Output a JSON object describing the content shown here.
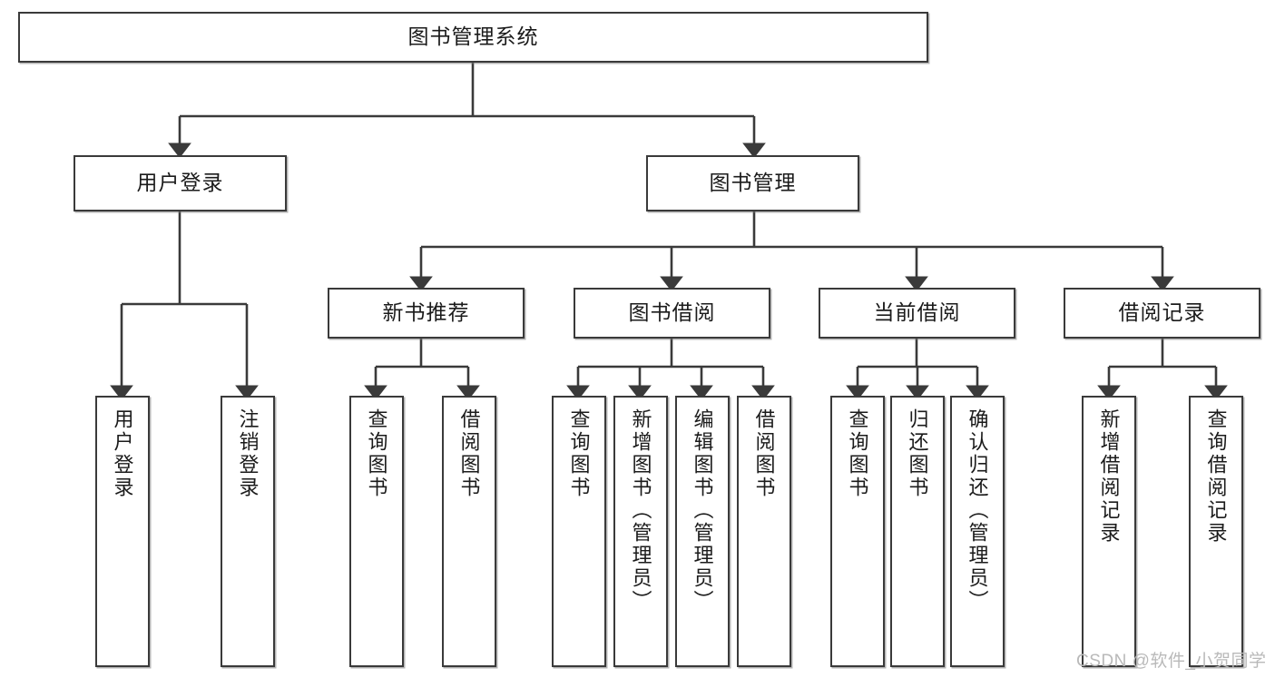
{
  "diagram": {
    "title": "图书管理系统",
    "type": "tree-hierarchy",
    "orientation": "top-down",
    "colors": {
      "background": "#ffffff",
      "box_border": "#3a3a3a",
      "box_fill": "#ffffff",
      "edge": "#3a3a3a",
      "text": "#1b1b1b",
      "watermark": "#b9b9b9"
    },
    "watermark": "CSDN @软件_小贺同学",
    "levels": {
      "level0": [
        "图书管理系统"
      ],
      "level1": [
        "用户登录",
        "图书管理"
      ],
      "level2": [
        "新书推荐",
        "图书借阅",
        "当前借阅",
        "借阅记录"
      ],
      "level3": [
        "用户登录",
        "注销登录",
        "查询图书",
        "借阅图书",
        "查询图书",
        "新增图书（管理员）",
        "编辑图书（管理员）",
        "借阅图书",
        "查询图书",
        "归还图书",
        "确认归还（管理员）",
        "新增借阅记录",
        "查询借阅记录"
      ]
    },
    "nodes": {
      "root": {
        "label": "图书管理系统"
      },
      "user_login": {
        "label": "用户登录"
      },
      "book_manage": {
        "label": "图书管理"
      },
      "new_book_rec": {
        "label": "新书推荐"
      },
      "book_borrow": {
        "label": "图书借阅"
      },
      "current_borrow": {
        "label": "当前借阅"
      },
      "borrow_record": {
        "label": "借阅记录"
      },
      "leaf_user_login": {
        "label": "用户登录"
      },
      "leaf_logout": {
        "label": "注销登录"
      },
      "leaf_query_book_1": {
        "label": "查询图书"
      },
      "leaf_borrow_book_1": {
        "label": "借阅图书"
      },
      "leaf_query_book_2": {
        "label": "查询图书"
      },
      "leaf_add_book": {
        "label": "新增图书（管理员）"
      },
      "leaf_edit_book": {
        "label": "编辑图书（管理员）"
      },
      "leaf_borrow_book_2": {
        "label": "借阅图书"
      },
      "leaf_query_book_3": {
        "label": "查询图书"
      },
      "leaf_return_book": {
        "label": "归还图书"
      },
      "leaf_confirm_return": {
        "label": "确认归还（管理员）"
      },
      "leaf_add_record": {
        "label": "新增借阅记录"
      },
      "leaf_query_record": {
        "label": "查询借阅记录"
      }
    },
    "edges": [
      {
        "from": "root",
        "to": "用户登录"
      },
      {
        "from": "root",
        "to": "图书管理"
      },
      {
        "from": "用户登录",
        "to": "用户登录"
      },
      {
        "from": "用户登录",
        "to": "注销登录"
      },
      {
        "from": "图书管理",
        "to": "新书推荐"
      },
      {
        "from": "图书管理",
        "to": "图书借阅"
      },
      {
        "from": "图书管理",
        "to": "当前借阅"
      },
      {
        "from": "图书管理",
        "to": "借阅记录"
      },
      {
        "from": "新书推荐",
        "to": "查询图书"
      },
      {
        "from": "新书推荐",
        "to": "借阅图书"
      },
      {
        "from": "图书借阅",
        "to": "查询图书"
      },
      {
        "from": "图书借阅",
        "to": "新增图书（管理员）"
      },
      {
        "from": "图书借阅",
        "to": "编辑图书（管理员）"
      },
      {
        "from": "图书借阅",
        "to": "借阅图书"
      },
      {
        "from": "当前借阅",
        "to": "查询图书"
      },
      {
        "from": "当前借阅",
        "to": "归还图书"
      },
      {
        "from": "当前借阅",
        "to": "确认归还（管理员）"
      },
      {
        "from": "借阅记录",
        "to": "新增借阅记录"
      },
      {
        "from": "借阅记录",
        "to": "查询借阅记录"
      }
    ]
  }
}
